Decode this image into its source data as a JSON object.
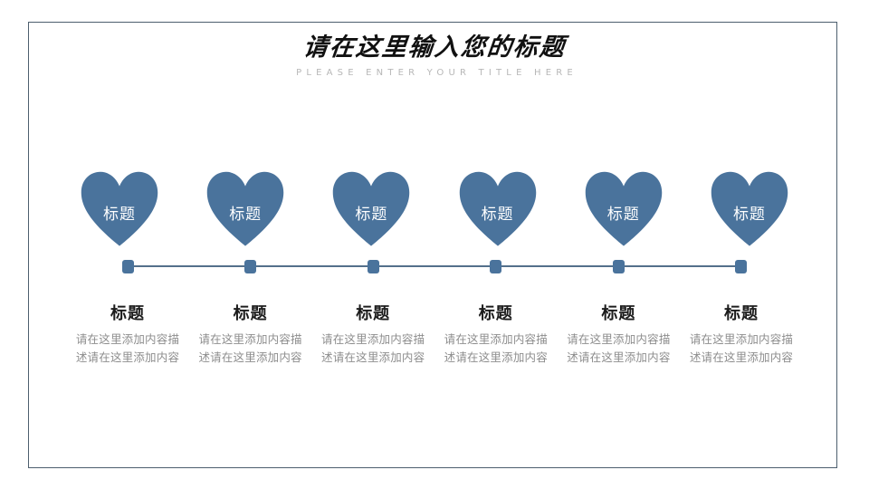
{
  "slide": {
    "background_color": "#ffffff",
    "frame_border_color": "#4d5f6e",
    "accent_color": "#4a739c",
    "line_color": "#54708b",
    "body_text_color": "#8d8d8d",
    "heading_text_color": "#1c1c1c"
  },
  "header": {
    "title_cn": "请在这里输入您的标题",
    "title_en": "PLEASE ENTER YOUR TITLE HERE"
  },
  "items": [
    {
      "heart_label": "标题",
      "caption_title": "标题",
      "caption_body": "请在这里添加内容描述请在这里添加内容"
    },
    {
      "heart_label": "标题",
      "caption_title": "标题",
      "caption_body": "请在这里添加内容描述请在这里添加内容"
    },
    {
      "heart_label": "标题",
      "caption_title": "标题",
      "caption_body": "请在这里添加内容描述请在这里添加内容"
    },
    {
      "heart_label": "标题",
      "caption_title": "标题",
      "caption_body": "请在这里添加内容描述请在这里添加内容"
    },
    {
      "heart_label": "标题",
      "caption_title": "标题",
      "caption_body": "请在这里添加内容描述请在这里添加内容"
    },
    {
      "heart_label": "标题",
      "caption_title": "标题",
      "caption_body": "请在这里添加内容描述请在这里添加内容"
    }
  ]
}
